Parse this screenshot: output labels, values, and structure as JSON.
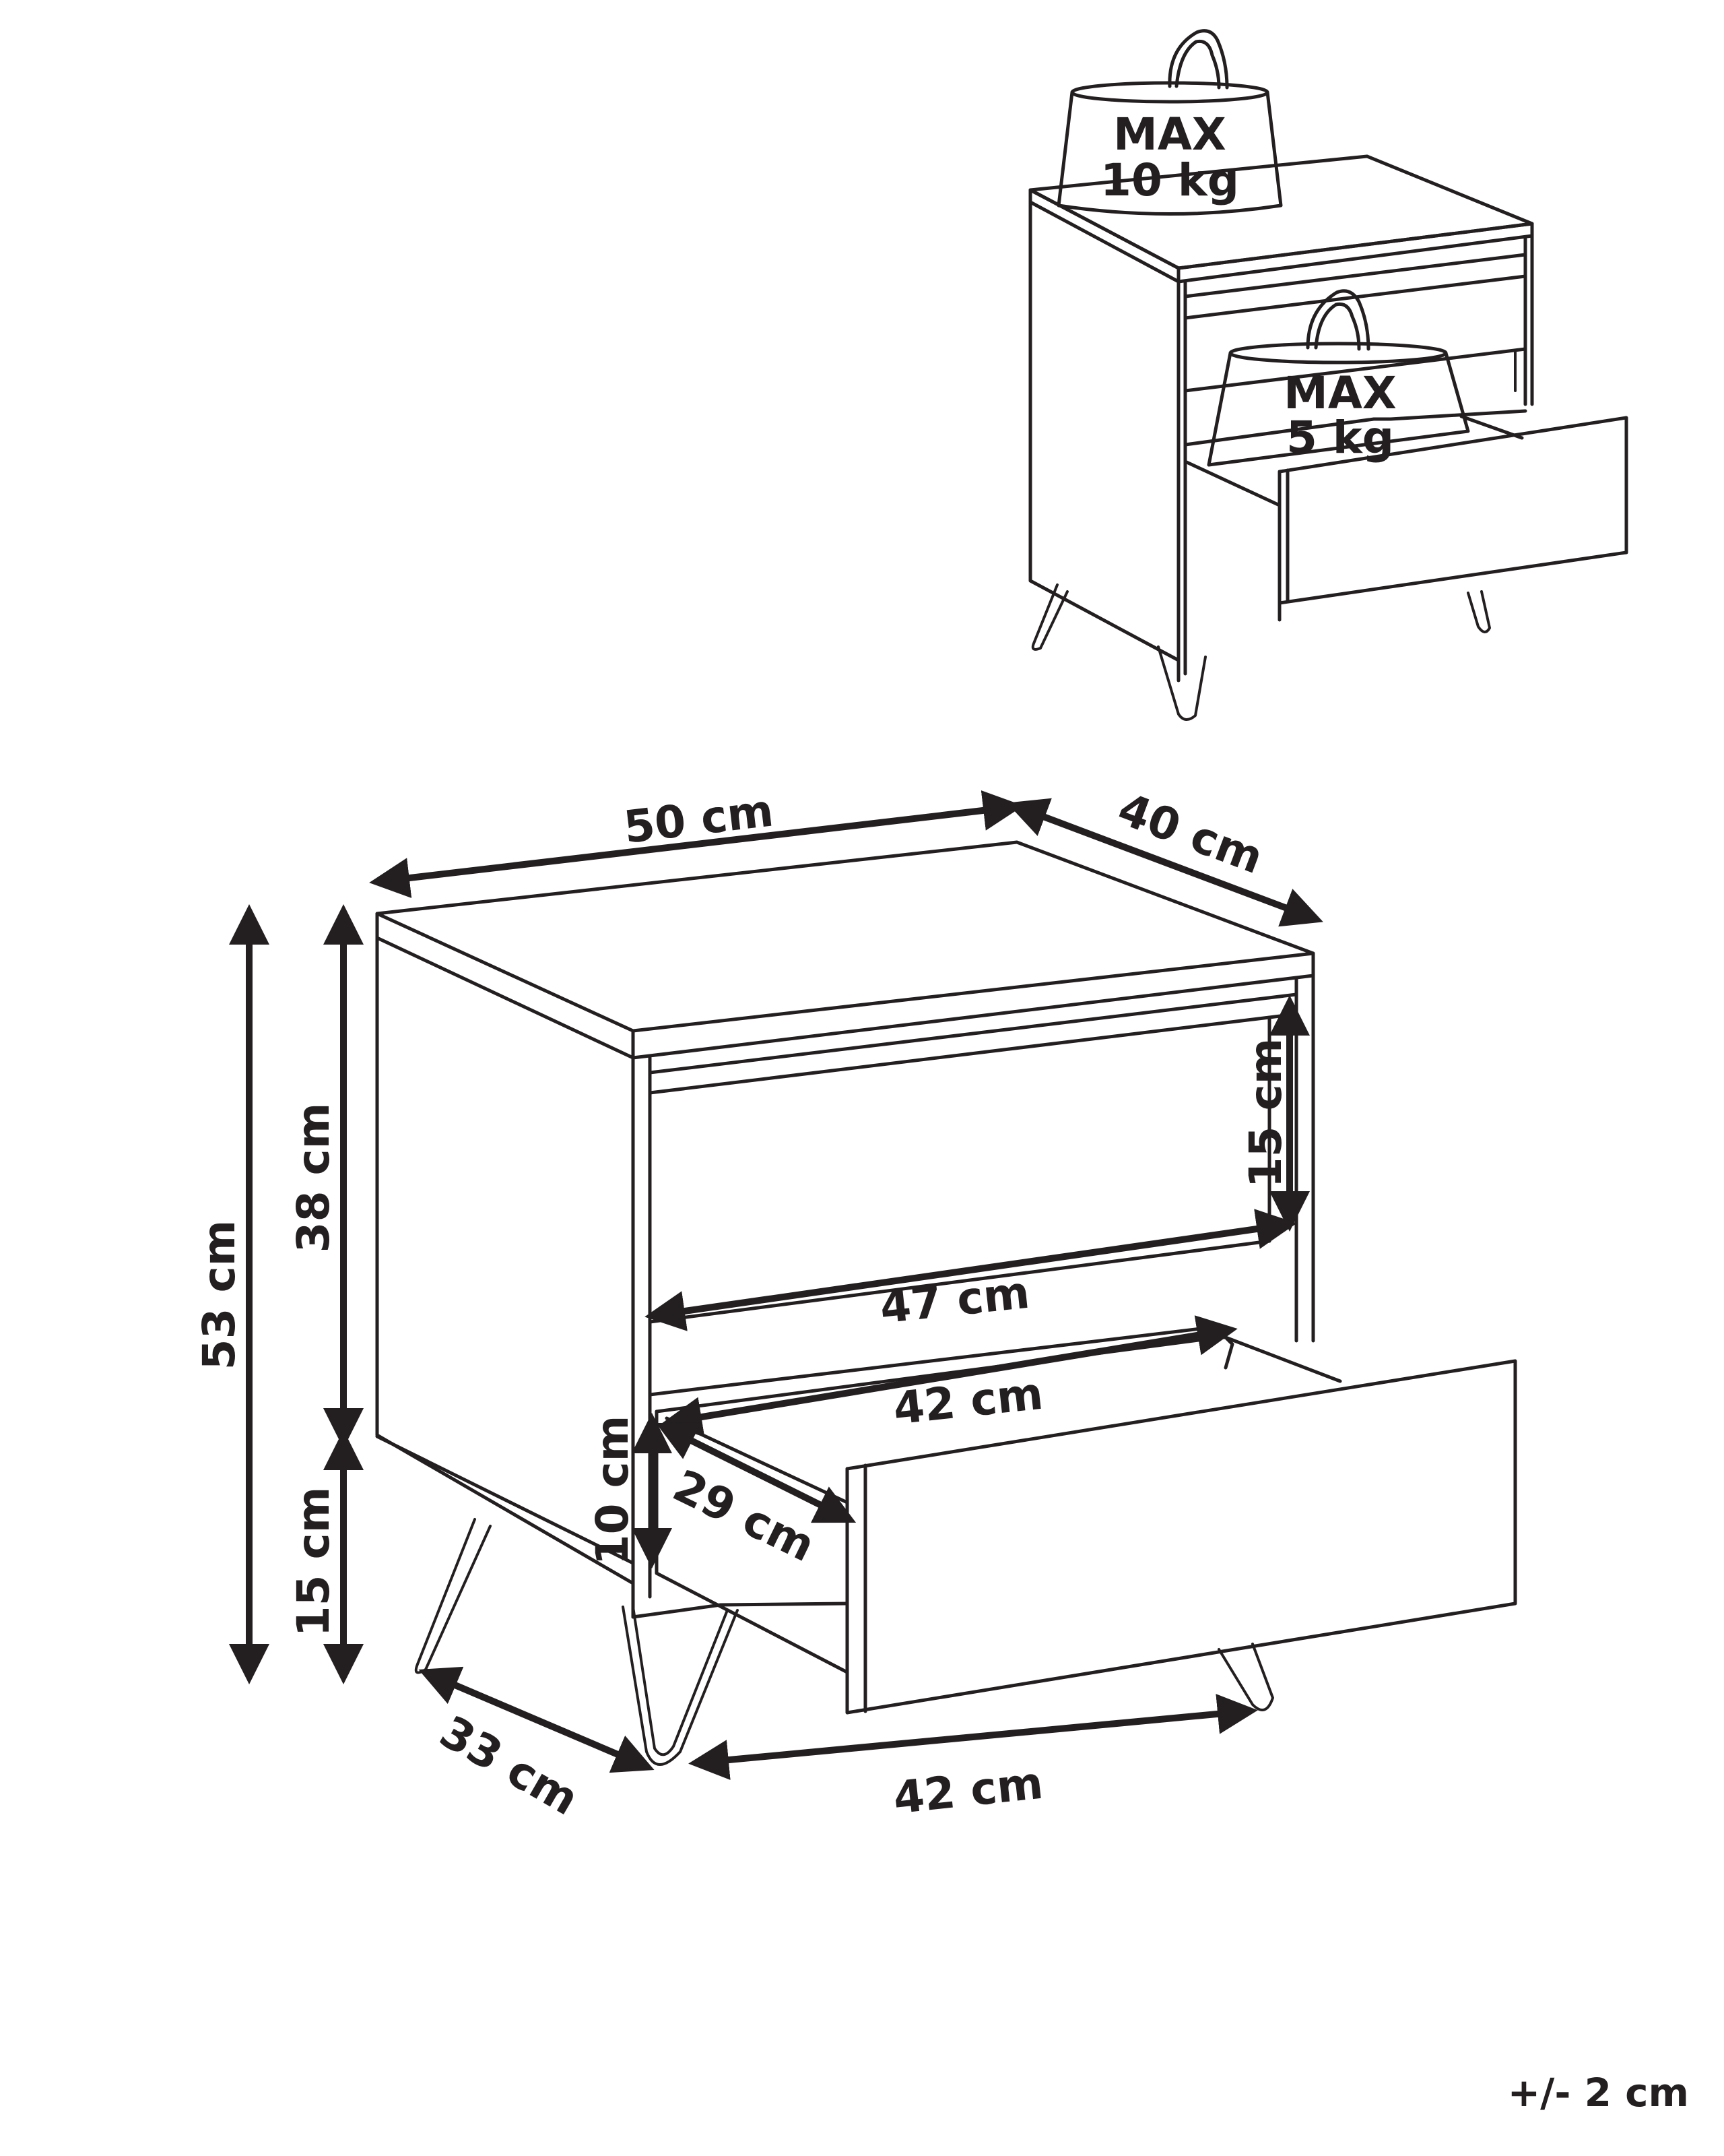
{
  "diagram": {
    "subject": "bedside table with two drawers and hairpin legs",
    "load_capacity": {
      "top": {
        "line1": "MAX",
        "line2": "10 kg"
      },
      "drawer": {
        "line1": "MAX",
        "line2": "5 kg"
      }
    },
    "dimensions": {
      "width": "50 cm",
      "depth": "40 cm",
      "total_height": "53 cm",
      "body_height": "38 cm",
      "leg_height": "15 cm",
      "drawer_front_height": "15 cm",
      "inner_width": "47 cm",
      "drawer_inner_width": "42 cm",
      "drawer_inner_height": "10 cm",
      "drawer_inner_depth": "29 cm",
      "leg_span_depth": "33 cm",
      "leg_span_width": "42 cm"
    },
    "tolerance": "+/- 2 cm"
  }
}
